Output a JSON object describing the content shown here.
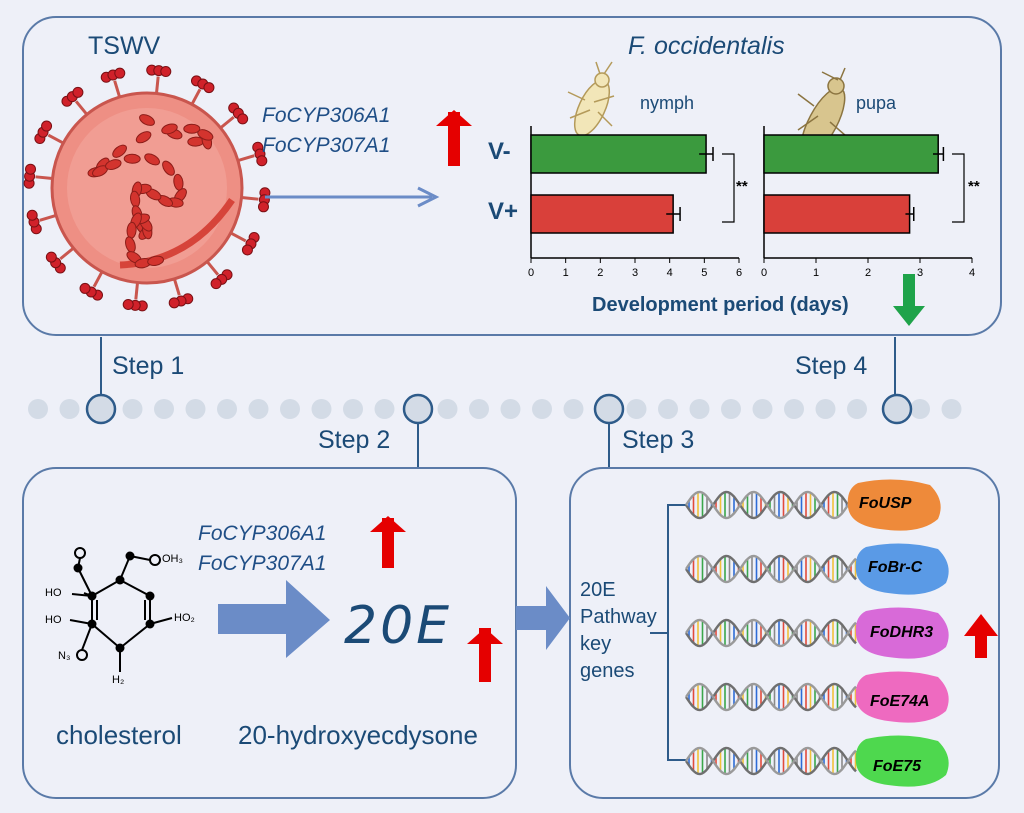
{
  "top_panel": {
    "virus_label": "TSWV",
    "species_label": "F. occidentalis",
    "genes": [
      "FoCYP306A1",
      "FoCYP307A1"
    ],
    "dev_period_label": "Development period (days)"
  },
  "charts": [
    {
      "stage": "nymph",
      "significance": "**",
      "ticks": [
        "0",
        "1",
        "2",
        "3",
        "4",
        "5",
        "6"
      ]
    },
    {
      "stage": "pupa",
      "significance": "**",
      "ticks": [
        "0",
        "1",
        "2",
        "3",
        "4"
      ]
    }
  ],
  "chart_rows": [
    "V-",
    "V+"
  ],
  "steps": [
    "Step 1",
    "Step 2",
    "Step 3",
    "Step 4"
  ],
  "step2_panel": {
    "genes": [
      "FoCYP306A1",
      "FoCYP307A1"
    ],
    "molecule_labels": [
      "OH₃",
      "HO",
      "HO",
      "HO₂",
      "N₃",
      "H₂"
    ],
    "product_symbol": "20E",
    "left_caption": "cholesterol",
    "right_caption": "20-hydroxyecdysone"
  },
  "step3_panel": {
    "pathway_label": [
      "20E",
      "Pathway",
      "key",
      "genes"
    ],
    "genes": [
      {
        "name": "FoUSP",
        "color": "#ee8a3a"
      },
      {
        "name": "FoBr-C",
        "color": "#5a9ae6"
      },
      {
        "name": "FoDHR3",
        "color": "#d86ad8"
      },
      {
        "name": "FoE74A",
        "color": "#ee6ac0"
      },
      {
        "name": "FoE75",
        "color": "#4ed84e"
      }
    ]
  },
  "chart_data": [
    {
      "type": "bar",
      "title": "nymph",
      "categories": [
        "V-",
        "V+"
      ],
      "values": [
        5.05,
        4.1
      ],
      "errors": [
        0.2,
        0.2
      ],
      "colors": [
        "#3b9a3e",
        "#d9403a"
      ],
      "xlim": [
        0,
        6
      ],
      "xlabel": "Development period (days)",
      "significance": "**"
    },
    {
      "type": "bar",
      "title": "pupa",
      "categories": [
        "V-",
        "V+"
      ],
      "values": [
        3.35,
        2.8
      ],
      "errors": [
        0.1,
        0.08
      ],
      "colors": [
        "#3b9a3e",
        "#d9403a"
      ],
      "xlim": [
        0,
        4
      ],
      "xlabel": "Development period (days)",
      "significance": "**"
    }
  ],
  "colors": {
    "panel_border": "#5a7aa8",
    "up_arrow": "#e50000",
    "down_arrow": "#1fa34a",
    "process_arrow": "#6b8cc7"
  }
}
